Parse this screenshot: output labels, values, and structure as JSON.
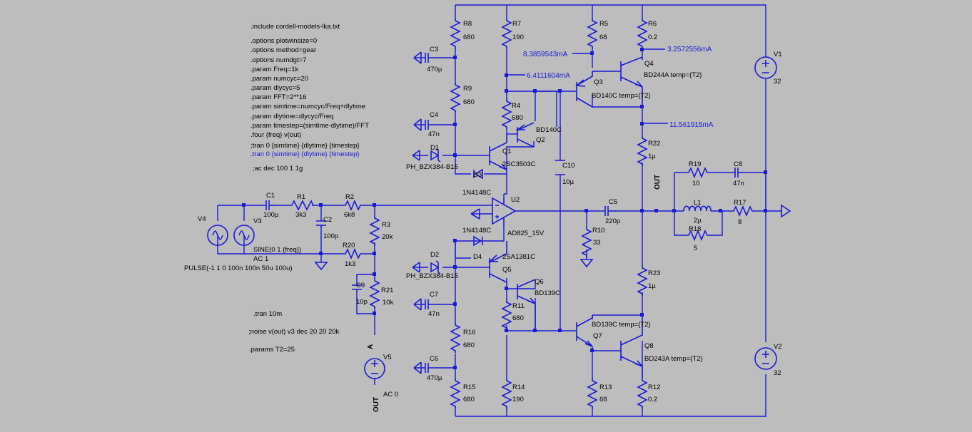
{
  "directives": [
    {
      "text": ".include cordell-models-lka.txt",
      "color": "#000000"
    },
    {
      "text": ".options plotwinsize=0",
      "color": "#000000"
    },
    {
      "text": ".options method=gear",
      "color": "#000000"
    },
    {
      "text": ".options numdgt=7",
      "color": "#000000"
    },
    {
      "text": ".param Freq=1k",
      "color": "#000000"
    },
    {
      "text": ".param numcyc=20",
      "color": "#000000"
    },
    {
      "text": ".param dlycyc=5",
      "color": "#000000"
    },
    {
      "text": ".param FFT=2**16",
      "color": "#000000"
    },
    {
      "text": ".param simtime=numcyc/Freq+dlytime",
      "color": "#000000"
    },
    {
      "text": ".param dlytime=dlycyc/Freq",
      "color": "#000000"
    },
    {
      "text": ".param timestep=(simtime-dlytime)/FFT",
      "color": "#000000"
    },
    {
      "text": ".four {freq} v(out)",
      "color": "#000000"
    },
    {
      "text": ";tran 0 {simtime} {dlytime} {timestep}",
      "color": "#000000"
    },
    {
      "text": ".tran 0 {simtime} {dlytime} {timestep}",
      "color": "#1a1ad6"
    },
    {
      "text": ";ac dec 100 1 1g",
      "color": "#000000"
    },
    {
      "text": ".tran 10m",
      "color": "#000000"
    },
    {
      "text": ";noise v(out) v3 dec 20 20 20k",
      "color": "#000000"
    },
    {
      "text": ".params T2=25",
      "color": "#000000"
    }
  ],
  "resistors": [
    {
      "name": "R8",
      "value": "680"
    },
    {
      "name": "R7",
      "value": "190"
    },
    {
      "name": "R5",
      "value": "68"
    },
    {
      "name": "R6",
      "value": "0.2"
    },
    {
      "name": "R9",
      "value": "680"
    },
    {
      "name": "R4",
      "value": "680"
    },
    {
      "name": "R22",
      "value": "1µ"
    },
    {
      "name": "R19",
      "value": "10"
    },
    {
      "name": "R17",
      "value": "8"
    },
    {
      "name": "R18",
      "value": "5"
    },
    {
      "name": "R1",
      "value": "3k3"
    },
    {
      "name": "R2",
      "value": "6k8"
    },
    {
      "name": "R3",
      "value": "20k"
    },
    {
      "name": "R20",
      "value": "1k3"
    },
    {
      "name": "R21",
      "value": "10k"
    },
    {
      "name": "R10",
      "value": "33"
    },
    {
      "name": "R23",
      "value": "1µ"
    },
    {
      "name": "R11",
      "value": "680"
    },
    {
      "name": "R16",
      "value": "680"
    },
    {
      "name": "R15",
      "value": "680"
    },
    {
      "name": "R14",
      "value": "190"
    },
    {
      "name": "R13",
      "value": "68"
    },
    {
      "name": "R12",
      "value": "0.2"
    }
  ],
  "capacitors": [
    {
      "name": "C3",
      "value": "470µ"
    },
    {
      "name": "C4",
      "value": "47n"
    },
    {
      "name": "C10",
      "value": "10µ"
    },
    {
      "name": "C8",
      "value": "47n"
    },
    {
      "name": "C1",
      "value": "100µ"
    },
    {
      "name": "C2",
      "value": "100p"
    },
    {
      "name": "C5",
      "value": "220p"
    },
    {
      "name": "C9",
      "value": "10p"
    },
    {
      "name": "C7",
      "value": "47n"
    },
    {
      "name": "C6",
      "value": "470µ"
    }
  ],
  "inductor": {
    "name": "L1",
    "value": "2µ"
  },
  "transistors": [
    {
      "name": "Q1",
      "model": "2SC3503C"
    },
    {
      "name": "Q2",
      "model": "BD140C"
    },
    {
      "name": "Q3",
      "model": "BD140C  temp={T2}"
    },
    {
      "name": "Q4",
      "model": "BD244A temp={T2}"
    },
    {
      "name": "Q5",
      "model": "2SA1381C"
    },
    {
      "name": "Q6",
      "model": "BD139C"
    },
    {
      "name": "Q7",
      "model": "BD139C  temp={T2}"
    },
    {
      "name": "Q8",
      "model": "BD243A temp={T2}"
    }
  ],
  "diodes": [
    {
      "name": "D1",
      "model": "PH_BZX384-B15"
    },
    {
      "name": "D2",
      "model": "PH_BZX384-B15"
    },
    {
      "name": "D3",
      "model": "1N4148C"
    },
    {
      "name": "D4",
      "model": "1N4148C"
    }
  ],
  "opamp": {
    "name": "U2",
    "model": "AD825_15V"
  },
  "sources": [
    {
      "name": "V1",
      "value": "32"
    },
    {
      "name": "V2",
      "value": "32"
    },
    {
      "name": "V3",
      "value": "SINE(0 1 {freq})",
      "value2": "AC 1"
    },
    {
      "name": "V4",
      "value": "PULSE(-1 1 0 100n 100n 50u 100u)"
    },
    {
      "name": "V5",
      "value": "AC 0"
    }
  ],
  "net_labels": {
    "out_main": "OUT",
    "a": "A",
    "out_v5": "OUT"
  },
  "currents": {
    "r5": "8.3859543mA",
    "r6": "3.2572556mA",
    "r7": "6.4111604mA",
    "r22": "11.561915mA"
  },
  "colors": {
    "wire": "#1a1ad6",
    "background": "#bdbdbd",
    "annotation": "#1a1ad6"
  }
}
